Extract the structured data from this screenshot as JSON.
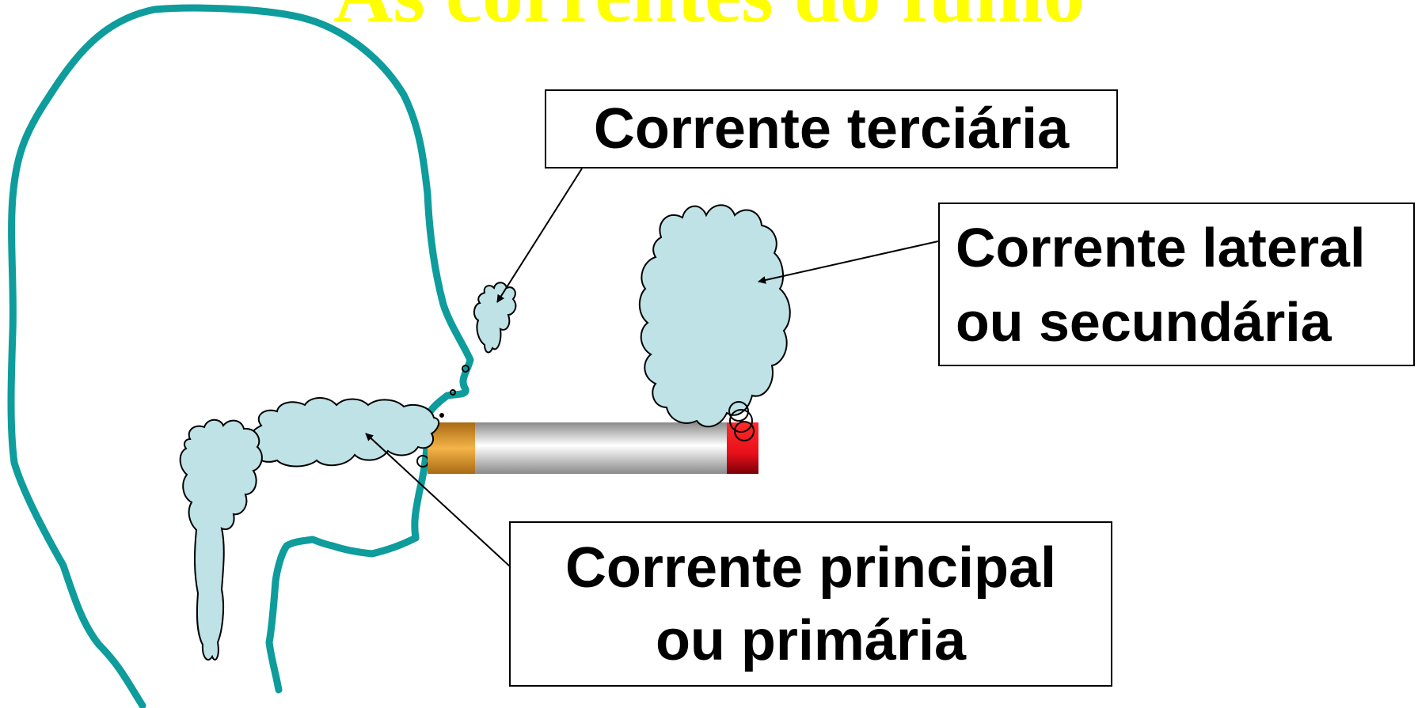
{
  "title": "As correntes do fumo",
  "labels": {
    "terciaria": "Corrente terciária",
    "lateral_line1": "Corrente lateral",
    "lateral_line2": "ou secundária",
    "principal_line1": "Corrente principal",
    "principal_line2": "ou primária"
  },
  "colors": {
    "head_outline": "#0e9c9c",
    "smoke_fill": "#bfe2e6",
    "title": "#ffff00",
    "filter": "#e8a23a",
    "ember": "#e8101a",
    "paper": "#ffffff"
  },
  "icons": {
    "head": "head-profile-icon",
    "cigarette": "cigarette-icon",
    "smoke": "smoke-cloud-icon"
  }
}
